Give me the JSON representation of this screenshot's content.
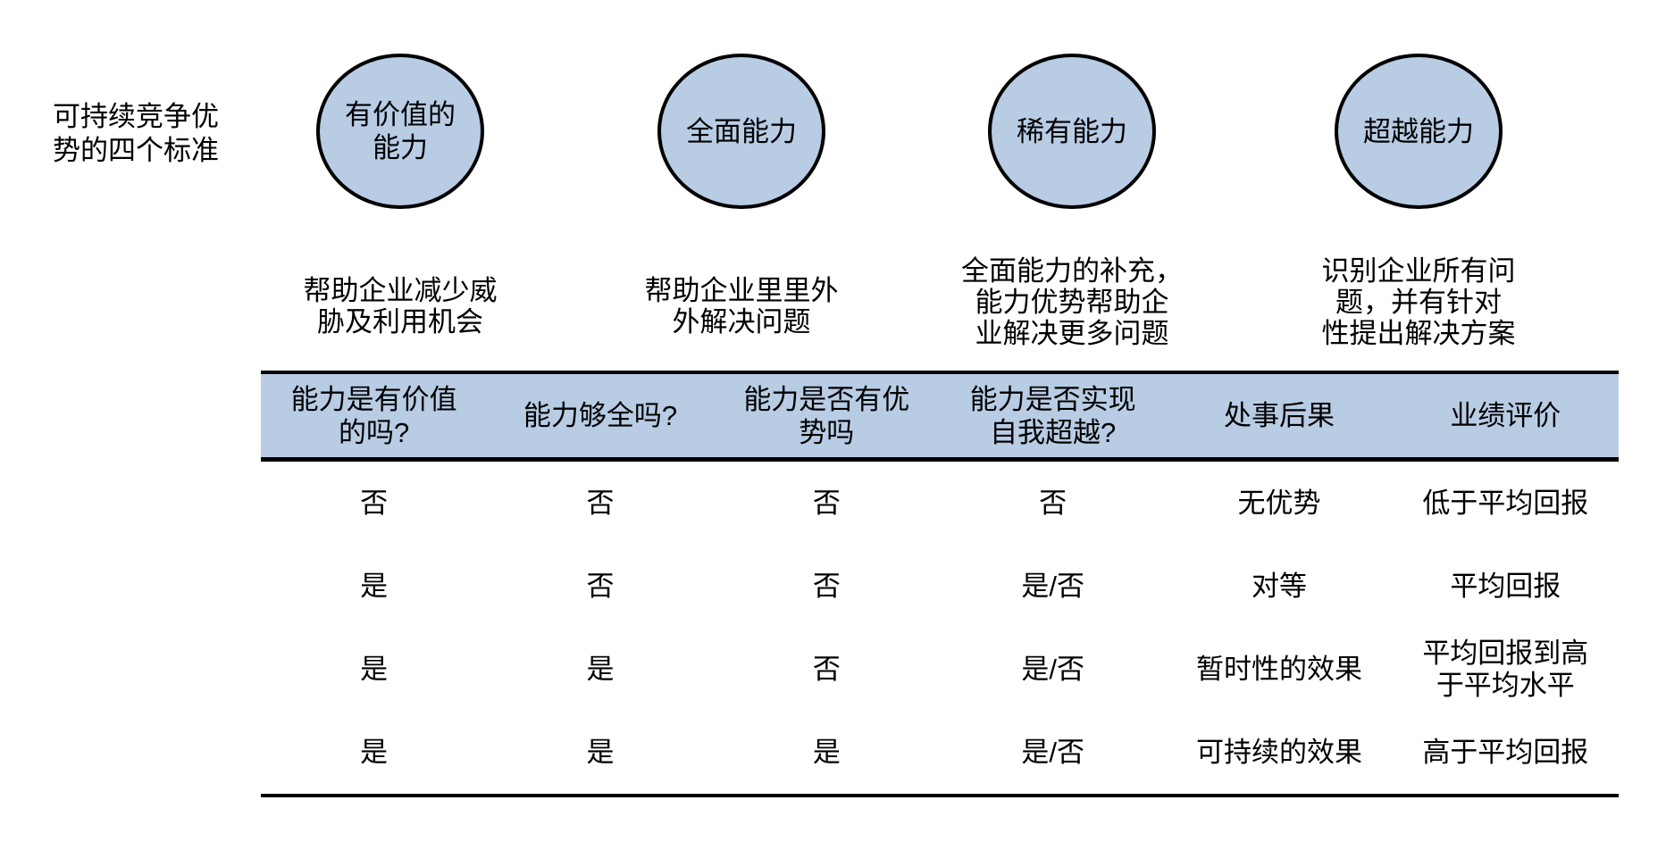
{
  "colors": {
    "shape_fill": "#b8cce4",
    "border": "#000000",
    "background": "#ffffff"
  },
  "side_label": "可持续竞争优\n势的四个标准",
  "circles": [
    {
      "label": "有价值的\n能力",
      "description": "帮助企业减少威\n胁及利用机会"
    },
    {
      "label": "全面能力",
      "description": "帮助企业里里外\n外解决问题"
    },
    {
      "label": "稀有能力",
      "description": "全面能力的补充，\n能力优势帮助企\n业解决更多问题"
    },
    {
      "label": "超越能力",
      "description": "识别企业所有问\n题，并有针对\n性提出解决方案"
    }
  ],
  "table": {
    "headers": [
      "能力是有价值\n的吗?",
      "能力够全吗?",
      "能力是否有优\n势吗",
      "能力是否实现\n自我超越?",
      "处事后果",
      "业绩评价"
    ],
    "rows": [
      [
        "否",
        "否",
        "否",
        "否",
        "无优势",
        "低于平均回报"
      ],
      [
        "是",
        "否",
        "否",
        "是/否",
        "对等",
        "平均回报"
      ],
      [
        "是",
        "是",
        "否",
        "是/否",
        "暂时性的效果",
        "平均回报到高\n于平均水平"
      ],
      [
        "是",
        "是",
        "是",
        "是/否",
        "可持续的效果",
        "高于平均回报"
      ]
    ]
  }
}
